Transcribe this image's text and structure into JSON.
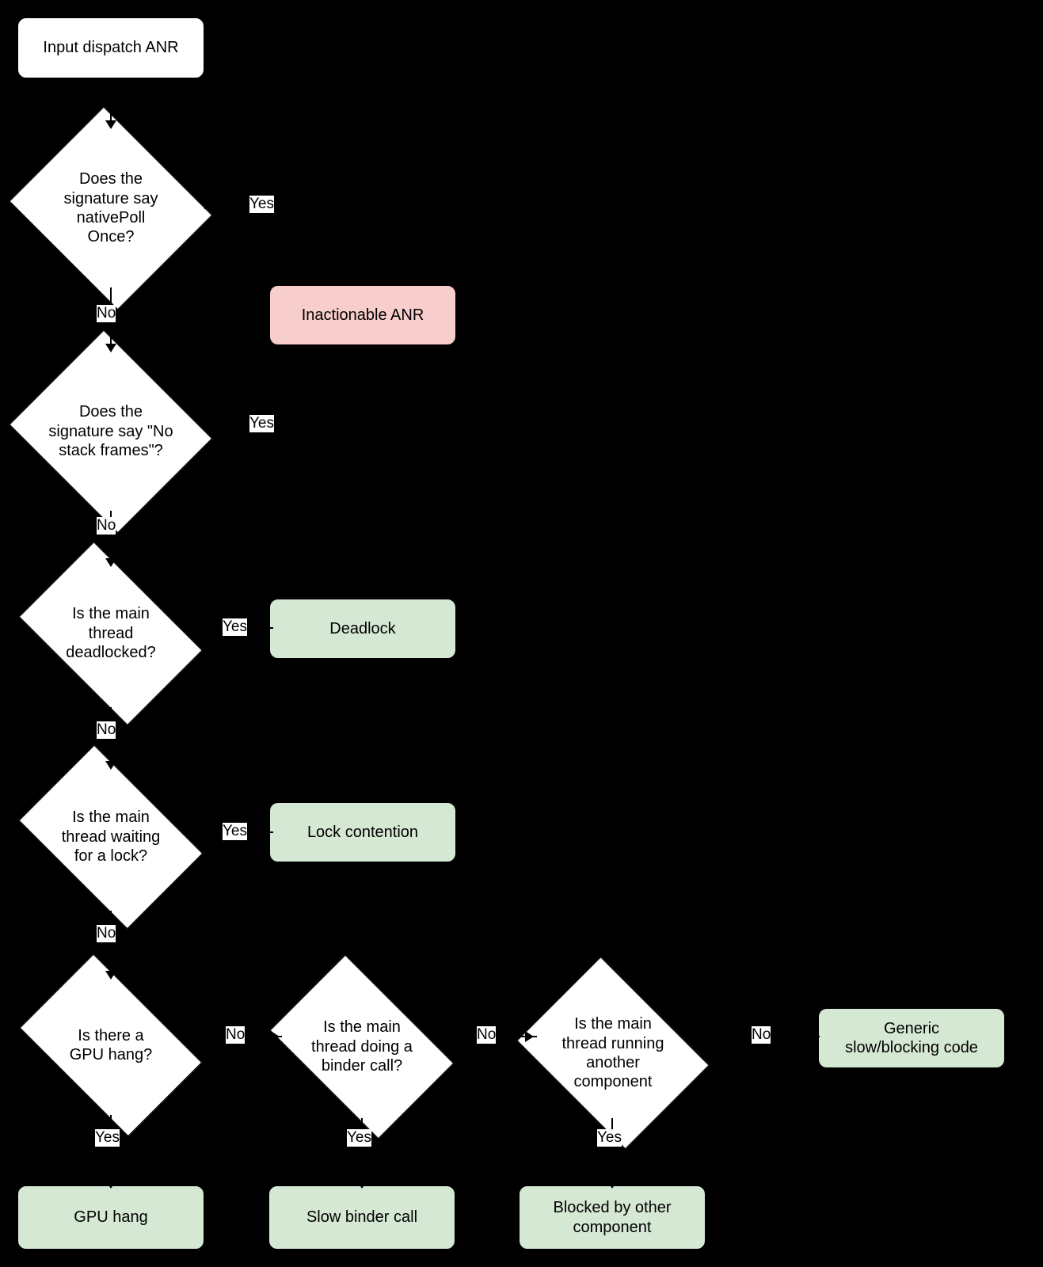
{
  "diagram": {
    "title": "Input dispatch ANR triage flowchart",
    "background_color": "#000000",
    "colors": {
      "process_fill": "#ffffff",
      "decision_fill": "#ffffff",
      "terminal_bad_fill": "#f8cecc",
      "terminal_good_fill": "#d5e8d4",
      "stroke": "#000000",
      "text": "#000000",
      "label_background": "#ffffff"
    }
  },
  "nodes": {
    "start": {
      "label": "Input dispatch ANR",
      "type": "process",
      "fill": "#ffffff"
    },
    "q_native_poll": {
      "label": "Does the\nsignature say\nnativePoll\nOnce?",
      "type": "decision",
      "fill": "#ffffff"
    },
    "q_no_stack_frames": {
      "label": "Does the\nsignature say \"No\nstack frames\"?",
      "type": "decision",
      "fill": "#ffffff"
    },
    "q_deadlocked": {
      "label": "Is the main\nthread\ndeadlocked?",
      "type": "decision",
      "fill": "#ffffff"
    },
    "q_waiting_lock": {
      "label": "Is the main\nthread waiting\nfor a lock?",
      "type": "decision",
      "fill": "#ffffff"
    },
    "q_gpu_hang": {
      "label": "Is there a\nGPU hang?",
      "type": "decision",
      "fill": "#ffffff"
    },
    "q_binder_call": {
      "label": "Is the main\nthread doing a\nbinder call?",
      "type": "decision",
      "fill": "#ffffff"
    },
    "q_other_component": {
      "label": "Is the main\nthread running\nanother\ncomponent",
      "type": "decision",
      "fill": "#ffffff"
    },
    "r_inactionable": {
      "label": "Inactionable ANR",
      "type": "terminal",
      "fill": "#f8cecc"
    },
    "r_deadlock": {
      "label": "Deadlock",
      "type": "terminal",
      "fill": "#d5e8d4"
    },
    "r_lock_contention": {
      "label": "Lock contention",
      "type": "terminal",
      "fill": "#d5e8d4"
    },
    "r_gpu_hang": {
      "label": "GPU hang",
      "type": "terminal",
      "fill": "#d5e8d4"
    },
    "r_slow_binder": {
      "label": "Slow binder call",
      "type": "terminal",
      "fill": "#d5e8d4"
    },
    "r_blocked_other": {
      "label": "Blocked by other\ncomponent",
      "type": "terminal",
      "fill": "#d5e8d4"
    },
    "r_generic_slow": {
      "label": "Generic\nslow/blocking code",
      "type": "terminal",
      "fill": "#d5e8d4"
    }
  },
  "edge_labels": {
    "native_poll_yes": "Yes",
    "native_poll_no": "No",
    "no_stack_frames_yes": "Yes",
    "no_stack_frames_no": "No",
    "deadlocked_yes": "Yes",
    "deadlocked_no": "No",
    "waiting_lock_yes": "Yes",
    "waiting_lock_no": "No",
    "gpu_hang_no": "No",
    "gpu_hang_yes": "Yes",
    "binder_call_no": "No",
    "binder_call_yes": "Yes",
    "other_component_no": "No",
    "other_component_yes": "Yes"
  }
}
